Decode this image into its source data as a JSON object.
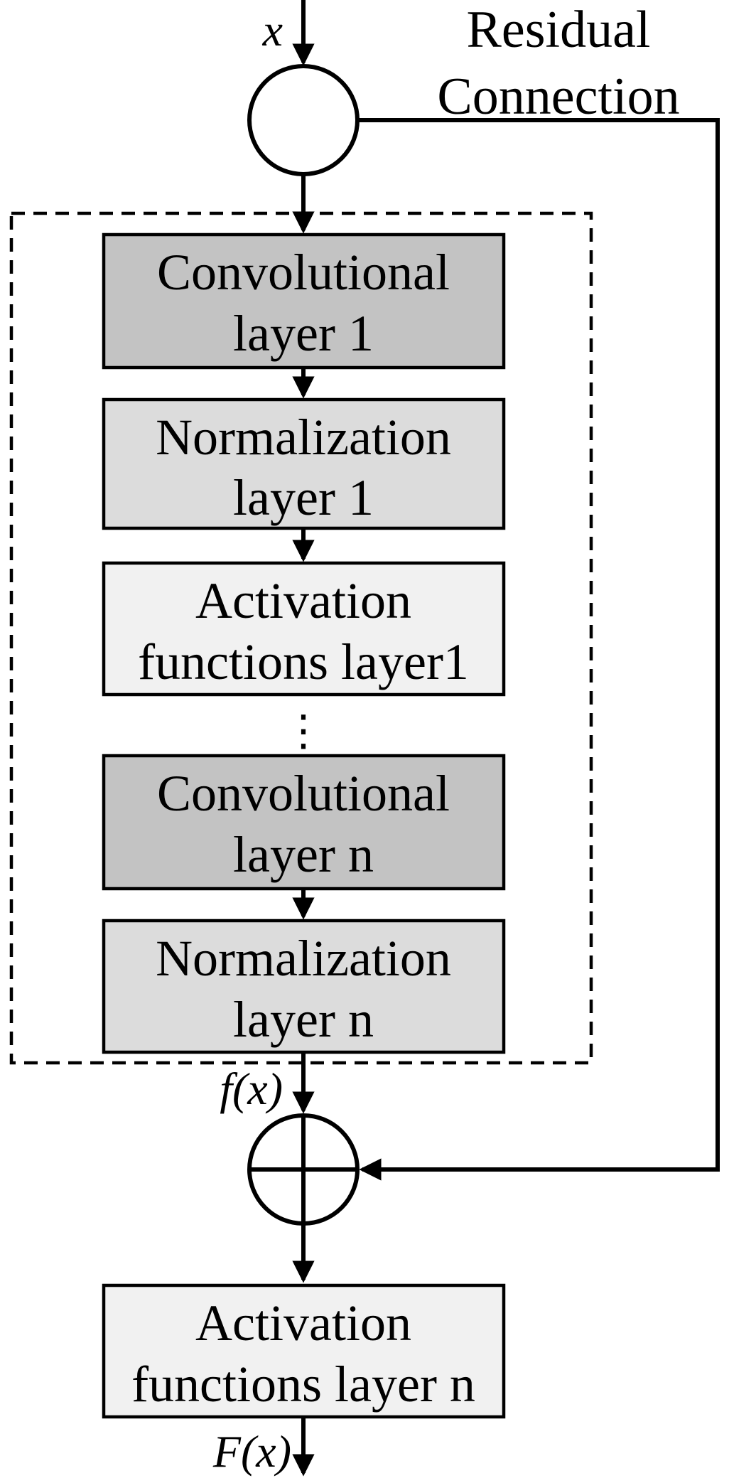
{
  "diagram": {
    "input_label": "x",
    "residual_label_line1": "Residual",
    "residual_label_line2": "Connection",
    "fx_label": "f(x)",
    "output_label": "F(x)",
    "ellipsis": "⋮"
  },
  "blocks": [
    {
      "id": "conv-layer-1",
      "line1": "Convolutional",
      "line2": "layer 1",
      "fill": "#c3c3c3"
    },
    {
      "id": "norm-layer-1",
      "line1": "Normalization",
      "line2": "layer 1",
      "fill": "#dcdcdc"
    },
    {
      "id": "activation-layer-1",
      "line1": "Activation",
      "line2": "functions layer1",
      "fill": "#f1f1f1"
    },
    {
      "id": "conv-layer-n",
      "line1": "Convolutional",
      "line2": "layer n",
      "fill": "#c3c3c3"
    },
    {
      "id": "norm-layer-n",
      "line1": "Normalization",
      "line2": "layer n",
      "fill": "#dcdcdc"
    },
    {
      "id": "activation-layer-n",
      "line1": "Activation",
      "line2": "functions layer n",
      "fill": "#f1f1f1"
    }
  ],
  "colors": {
    "line": "#000000",
    "text": "#000000",
    "background": "#ffffff",
    "box_border": "#000000"
  }
}
